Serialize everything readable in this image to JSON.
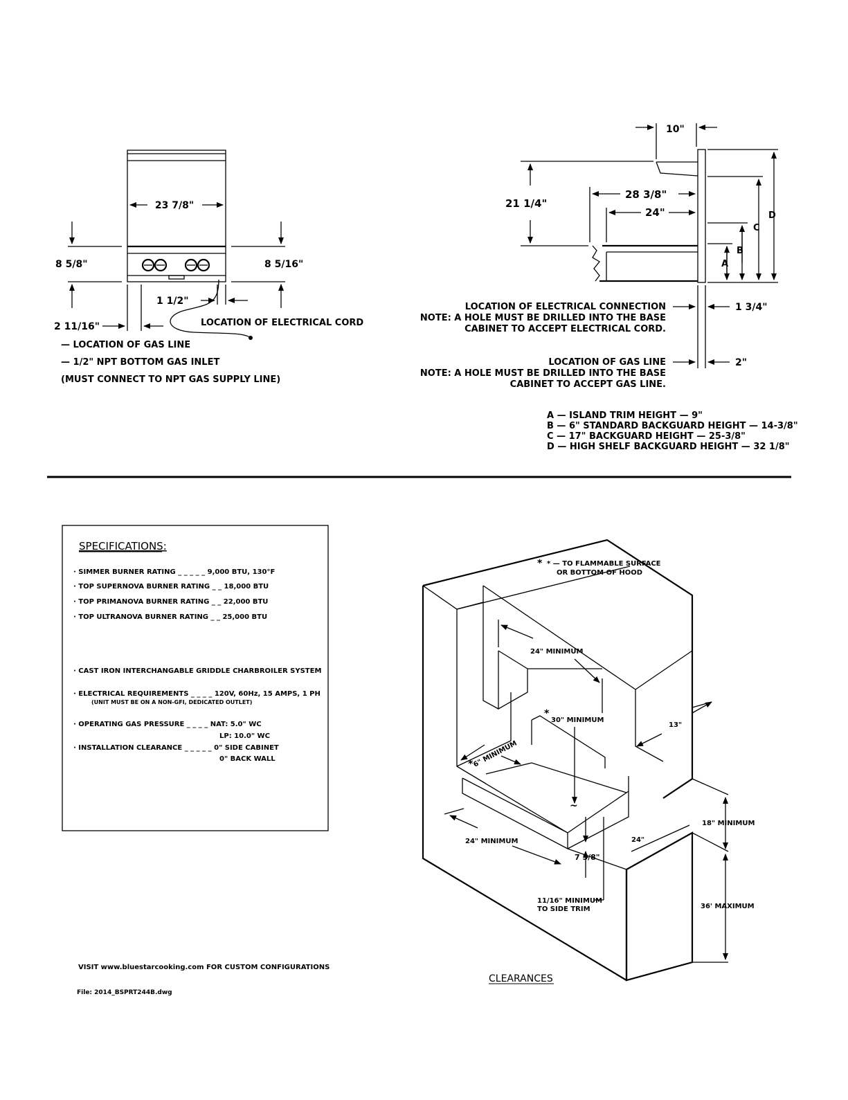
{
  "front": {
    "width": "23 7/8\"",
    "left_height": "8 5/8\"",
    "right_height": "8 5/16\"",
    "offset": "1 1/2\"",
    "left_offset": "2 11/16\"",
    "cord": "LOCATION OF ELECTRICAL CORD",
    "notes": [
      "— LOCATION OF GAS LINE",
      "— 1/2\" NPT BOTTOM GAS INLET",
      "(MUST CONNECT TO NPT GAS SUPPLY LINE)"
    ]
  },
  "side": {
    "top": "10\"",
    "height": "21 1/4\"",
    "depth1": "28 3/8\"",
    "depth2": "24\"",
    "labels": [
      "A",
      "B",
      "C",
      "D"
    ],
    "elec_loc": "LOCATION OF ELECTRICAL CONNECTION",
    "elec_note1": "NOTE:  A HOLE MUST BE DRILLED INTO THE BASE",
    "elec_note2": "CABINET TO ACCEPT ELECTRICAL CORD.",
    "elec_dim": "1 3/4\"",
    "gas_loc": "LOCATION OF GAS LINE",
    "gas_note1": "NOTE:  A HOLE MUST BE DRILLED INTO THE BASE",
    "gas_note2": "CABINET TO ACCEPT GAS LINE.",
    "gas_dim": "2\"",
    "legend": [
      "A — ISLAND TRIM HEIGHT — 9\"",
      "B — 6\" STANDARD BACKGUARD HEIGHT — 14-3/8\"",
      "C — 17\" BACKGUARD HEIGHT — 25-3/8\"",
      "D — HIGH SHELF BACKGUARD HEIGHT — 32 1/8\""
    ]
  },
  "specs": {
    "title": "SPECIFICATIONS:",
    "rows": [
      "· SIMMER BURNER RATING _ _ _ _ _  9,000 BTU, 130°F",
      "· TOP SUPERNOVA BURNER RATING _ _  18,000 BTU",
      "· TOP PRIMANOVA BURNER RATING _ _  22,000 BTU",
      "· TOP ULTRANOVA BURNER RATING _ _  25,000 BTU"
    ],
    "system": "· CAST IRON INTERCHANGABLE GRIDDLE CHARBROILER SYSTEM",
    "elec": "· ELECTRICAL REQUIREMENTS _ _ _ _  120V, 60Hz, 15 AMPS, 1 PH",
    "elec_sub": "(UNIT MUST BE ON A NON-GFI, DEDICATED OUTLET)",
    "gas": "· OPERATING GAS PRESSURE _ _ _ _  NAT: 5.0\" WC",
    "gas2": "LP: 10.0\" WC",
    "clear": "· INSTALLATION CLEARANCE _ _ _ _ _  0\" SIDE CABINET",
    "clear2": "0\" BACK WALL"
  },
  "footer": {
    "visit": "VISIT www.bluestarcooking.com FOR CUSTOM CONFIGURATIONS",
    "file": "File:  2014_BSPRT244B.dwg"
  },
  "clearances": {
    "title": "CLEARANCES",
    "note1": "* — TO FLAMMABLE SURFACE",
    "note2": "OR BOTTOM OF HOOD",
    "hood_width": "24\" MINIMUM",
    "above": "30\" MINIMUM",
    "side": "6\" MINIMUM",
    "depth": "13\"",
    "counter_width": "24\" MINIMUM",
    "counter_depth": "24\"",
    "above_counter": "18\" MINIMUM",
    "counter_height": "36' MAXIMUM",
    "drop": "7 5/8\"",
    "trim1": "11/16\" MINIMUM",
    "trim2": "TO SIDE TRIM",
    "star": "*"
  }
}
